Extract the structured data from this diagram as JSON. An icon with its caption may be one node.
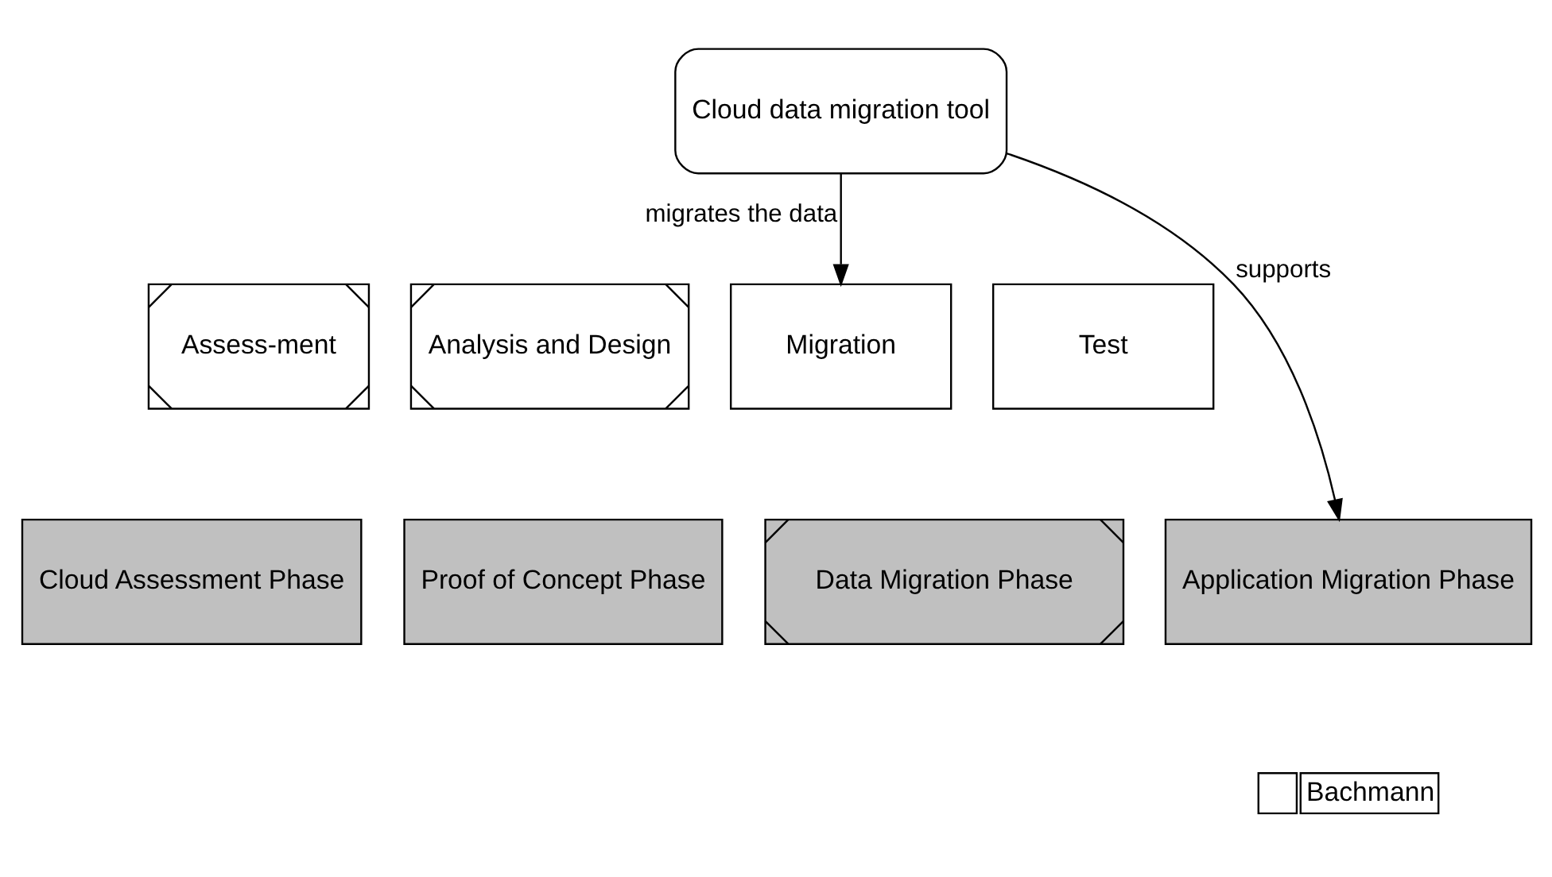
{
  "diagram": {
    "nodes": [
      {
        "text": [
          "Cloud data migration tool"
        ]
      },
      {
        "text": [
          "Assess-ment"
        ]
      },
      {
        "text": [
          "Analysis and Design"
        ]
      },
      {
        "text": [
          "Migration"
        ]
      },
      {
        "text": [
          "Test"
        ]
      },
      {
        "text": [
          "Cloud Assessment Phase"
        ]
      },
      {
        "text": [
          "Proof of Concept Phase"
        ]
      },
      {
        "text": [
          "Data Migration Phase"
        ]
      },
      {
        "text": [
          "Application Migration Phase"
        ]
      }
    ],
    "edges": [
      {
        "from": 0,
        "to": 3,
        "arrow": "to",
        "label": "migrates the data"
      },
      {
        "from": 0,
        "to": 8,
        "arrow": "to",
        "label": "supports"
      }
    ],
    "legend": [
      {
        "text": "Bachmann",
        "color": "#ffffff"
      }
    ]
  }
}
